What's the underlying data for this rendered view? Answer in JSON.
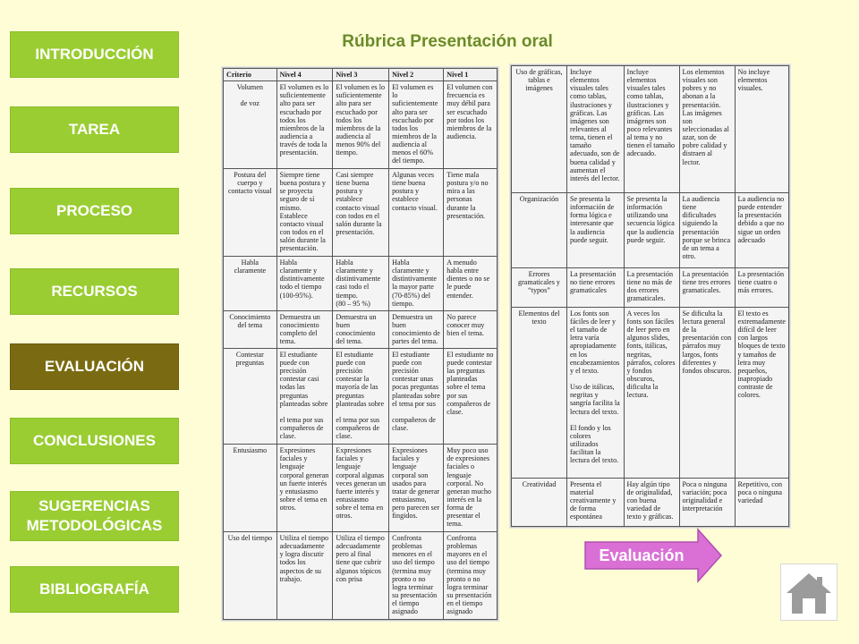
{
  "nav": [
    {
      "label": "INTRODUCCIÓN",
      "name": "nav-introduccion-button",
      "active": false
    },
    {
      "label": "TAREA",
      "name": "nav-tarea-button",
      "active": false
    },
    {
      "label": "PROCESO",
      "name": "nav-proceso-button",
      "active": false
    },
    {
      "label": "RECURSOS",
      "name": "nav-recursos-button",
      "active": false
    },
    {
      "label": "EVALUACIÓN",
      "name": "nav-evaluacion-button",
      "active": true
    },
    {
      "label": "CONCLUSIONES",
      "name": "nav-conclusiones-button",
      "active": false
    },
    {
      "label": "SUGERENCIAS METODOLÓGICAS",
      "name": "nav-sugerencias-button",
      "active": false
    },
    {
      "label": "BIBLIOGRAFÍA",
      "name": "nav-bibliografia-button",
      "active": false
    }
  ],
  "title": "Rúbrica Presentación oral",
  "rubric_left": {
    "headers": [
      "Criterio",
      "Nivel 4",
      "Nivel 3",
      "Nivel  2",
      "Nivel 1"
    ],
    "rows": [
      [
        "Volumen\n\nde voz",
        "El volumen es lo suficientemente alto para ser escuchado por todos los miembros de la audiencia a través de toda la presentación.",
        "El volumen es lo suficientemente alto para ser escuchado por todos los miembros de la audiencia al menos 90% del tiempo.",
        "El volumen es lo suficientemente alto para ser escuchado por todos los miembros de la audiencia al menos el 60% del tiempo.",
        "El volumen con frecuencia es muy débil para ser escuchado por todos los miembros de la audiencia."
      ],
      [
        "Postura del cuerpo y contacto visual",
        "Siempre tiene buena postura y se proyecta seguro de sí mismo. Establece contacto visual con todos en el salón durante la presentación.",
        "Casi siempre tiene buena postura y establece contacto visual con todos en el salón durante la presentación.",
        "Algunas veces tiene buena postura y establece contacto visual.",
        "Tiene mala postura y/o no mira a las personas durante la presentación."
      ],
      [
        "Habla claramente",
        "Habla claramente y distintivamente todo el tiempo (100-95%).",
        "Habla claramente y distintivamente casi todo el tiempo.\n(80 – 95 %)",
        "Habla claramente y distintivamente la mayor parte (70-85%) del tiempo.",
        "A menudo habla entre dientes o no se le puede entender."
      ],
      [
        "Conocimiento del tema",
        "Demuestra un conocimiento completo del tema.",
        "Demuestra un buen conocimiento del tema.",
        "Demuestra un buen conocimiento de partes del tema.",
        "No parece conocer muy bien el tema."
      ],
      [
        "Contestar preguntas",
        "El estudiante puede con precisión contestar casi todas las preguntas planteadas sobre\n\nel tema por sus compañeros de clase.",
        "El estudiante puede con precisión contestar la mayoría de las preguntas planteadas sobre\n\nel tema por sus compañeros de clase.",
        "El estudiante puede con precisión contestar unas pocas preguntas planteadas sobre el tema por sus\n\ncompañeros de clase.",
        "El estudiante no puede contestar las preguntas planteadas sobre el tema por sus compañeros de clase."
      ],
      [
        "Entusiasmo",
        "Expresiones faciales y lenguaje corporal generan un fuerte interés y entusiasmo sobre el tema en otros.",
        "Expresiones faciales y lenguaje corporal algunas veces generan un fuerte interés y entusiasmo sobre el tema en otros.",
        "Expresiones faciales y lenguaje corporal son usados para tratar de generar entusiasmo, pero parecen ser fingidos.",
        "Muy poco uso de expresiones faciales o lenguaje corporal. No generan mucho interés en la forma de presentar el tema."
      ],
      [
        "Uso del tiempo",
        "Utiliza el tiempo adecuadamente y logra discutir todos los aspectos de su trabajo.",
        "Utiliza el tiempo adecuadamente pero al final tiene que cubrir algunos tópicos con prisa",
        "Confronta problemas menores en el uso del tiempo (termina muy pronto o no logra terminar su presentación el tiempo asignado",
        "Confronta problemas mayores en el uso del tiempo (termina muy pronto o no logra terminar su presentación en el tiempo asignado"
      ]
    ]
  },
  "rubric_right": {
    "rows": [
      [
        "Uso de gráficas, tablas e imágenes",
        "Incluye elementos visuales tales como tablas, ilustraciones y gráficas. Las imágenes son relevantes al tema, tienen el tamaño adecuado, son de buena calidad y aumentan el interés del lector.",
        "Incluye elementos visuales tales como tablas, ilustraciones y gráficas. Las imágenes son poco relevantes al tema  y no tienen el tamaño adecuado.",
        "Los elementos visuales son pobres y no abonan a la presentación. Las imágenes son seleccionadas al azar,  son de pobre calidad y distraen al lector.",
        "No incluye elementos visuales."
      ],
      [
        "Organización",
        "Se presenta la información de forma lógica e interesante que la audiencia puede seguir.",
        "Se presenta la información utilizando una secuencia lógica que la audiencia puede seguir.",
        "La audiencia tiene dificultades siguiendo la presentación porque se brinca de un tema a otro.",
        "La audiencia no puede entender la presentación debido a que  no sigue un orden adecuado"
      ],
      [
        "Errores gramaticales y “typos”",
        "La presentación no tiene errores gramaticales",
        "La presentación tiene no más de dos errores gramaticales.",
        "La presentación tiene tres errores gramaticales.",
        "La presentación tiene cuatro o más errores."
      ],
      [
        "Elementos del texto",
        "Los fonts son fáciles de leer y el tamaño de letra  varía apropiadamente en los encabezamientos y el texto.\n\nUso de itálicas, negritas  y sangría facilita la lectura del texto.\n\nEl fondo y los colores utilizados facilitan la lectura del texto.",
        "A veces los fonts son fáciles de leer pero en algunos  slides, fonts, itálicas, negritas, párrafos, colores y fondos obscuros, dificulta la lectura.",
        "Se dificulta la lectura general de la presentación con párrafos muy largos, fonts diferentes y fondos obscuros.",
        "El texto es extremadamente difícil de leer con largos bloques de texto y  tamaños de letra muy pequeños, inapropiado contraste de colores."
      ],
      [
        "Creatividad",
        "Presenta el material creativamente y de forma espontánea",
        "Hay algún tipo de originalidad, con buena variedad de texto y gráficas.",
        "Poca o ninguna variación; poca originalidad e interpretación",
        "Repetitivo, con poca o ninguna variedad"
      ]
    ]
  },
  "evaluation_button": {
    "label": "Evaluación"
  },
  "colors": {
    "background": "#fefdd6",
    "nav": "#9acd32",
    "nav_active": "#7a6b12",
    "title": "#6b8b2a",
    "arrow": "#da70d6"
  },
  "icons": {
    "home": "home-icon",
    "arrow": "arrow-right-icon"
  }
}
